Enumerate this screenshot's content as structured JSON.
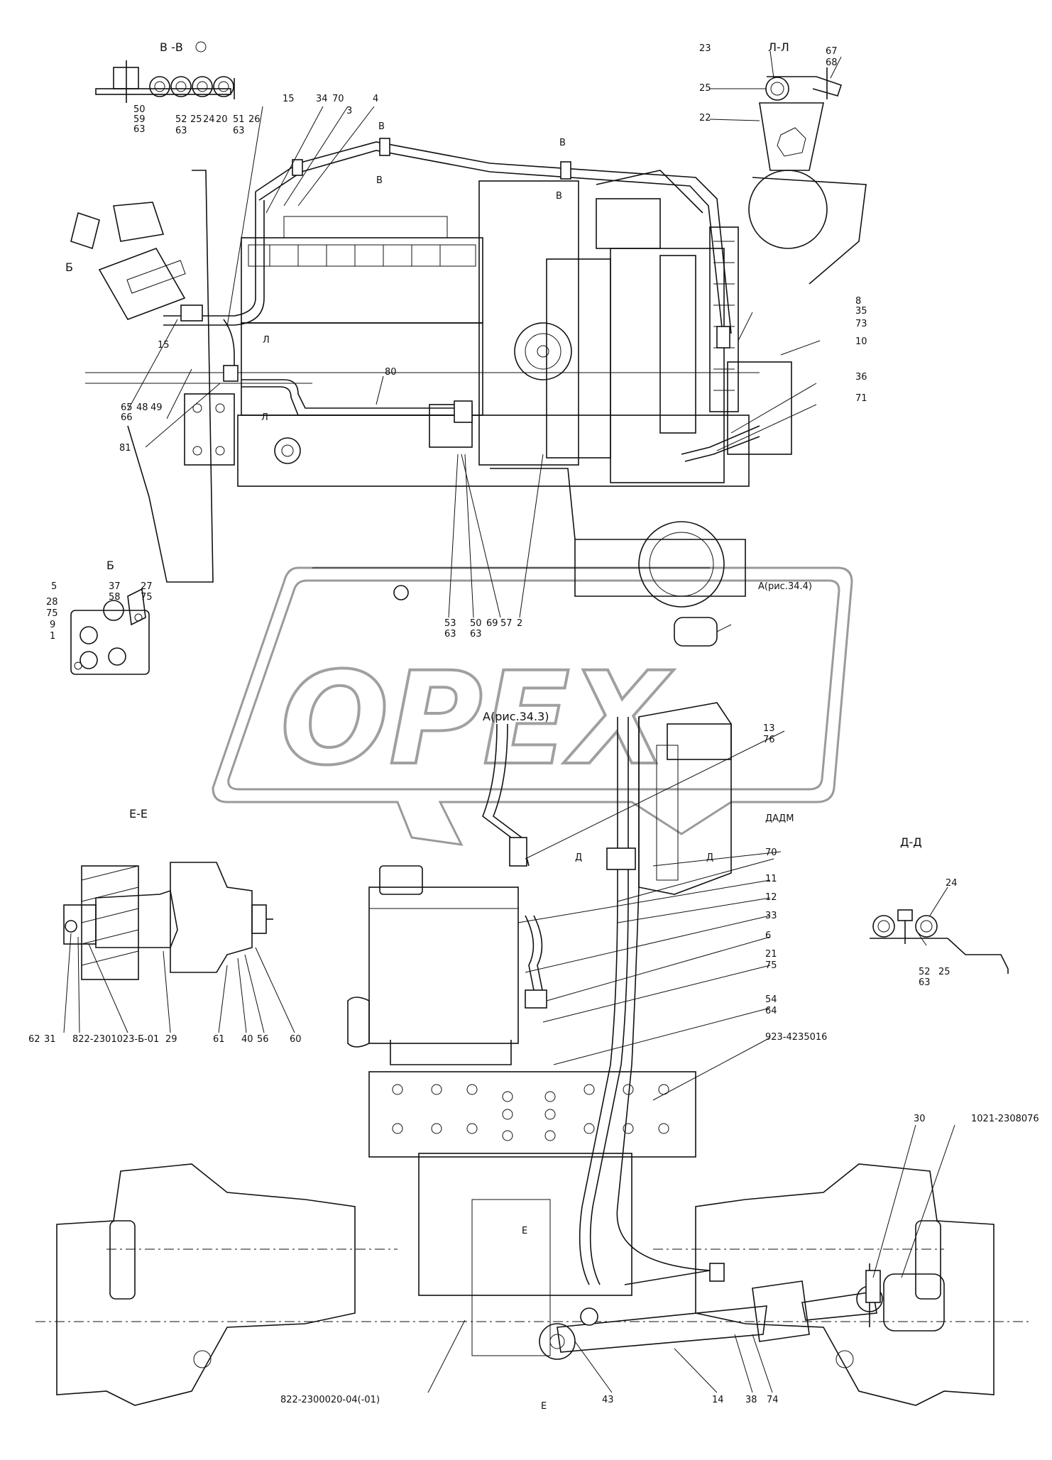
{
  "section_labels": {
    "vv": "В -В",
    "ll": "Л-Л",
    "b_side": "Б",
    "b_detail": "Б",
    "ee": "Е-Е",
    "dd": "Д-Д",
    "a1": "А(рис.34.4)",
    "a2": "А(рис.34.3)",
    "e_mark": "Е",
    "d_mark": "Д",
    "v_mark": "В",
    "l_mark": "Л",
    "dadm": "ДАДМ"
  },
  "callouts": {
    "c15": "15",
    "c34": "34",
    "c70": "70",
    "c3": "3",
    "c4": "4",
    "c23": "23",
    "c25": "25",
    "c22": "22",
    "c67": "67",
    "c68": "68",
    "c50": "50",
    "c59": "59",
    "c63": "63",
    "c52": "52",
    "c24": "24",
    "c20": "20",
    "c51": "51",
    "c26": "26",
    "c8": "8",
    "c35": "35",
    "c73": "73",
    "c10": "10",
    "c36": "36",
    "c71": "71",
    "c80": "80",
    "c65": "65",
    "c66": "66",
    "c48": "48",
    "c49": "49",
    "c81": "81",
    "c53": "53",
    "c69": "69",
    "c57": "57",
    "c2": "2",
    "c5": "5",
    "c37": "37",
    "c58": "58",
    "c27": "27",
    "c75": "75",
    "c28": "28",
    "c9": "9",
    "c1": "1",
    "c13": "13",
    "c76": "76",
    "c11": "11",
    "c12": "12",
    "c33": "33",
    "c6": "6",
    "c21": "21",
    "c54": "54",
    "c64": "64",
    "c62": "62",
    "c31": "31",
    "c29": "29",
    "c61": "61",
    "c40": "40",
    "c56": "56",
    "c60": "60",
    "c30": "30",
    "c43": "43",
    "c14": "14",
    "c38": "38",
    "c74": "74"
  },
  "part_numbers": {
    "p1": "822-2301023-Б-01",
    "p2": "923-4235016",
    "p3": "1021-2308076",
    "p4": "822-2300020-04(-01)"
  },
  "watermark": "OPEX"
}
